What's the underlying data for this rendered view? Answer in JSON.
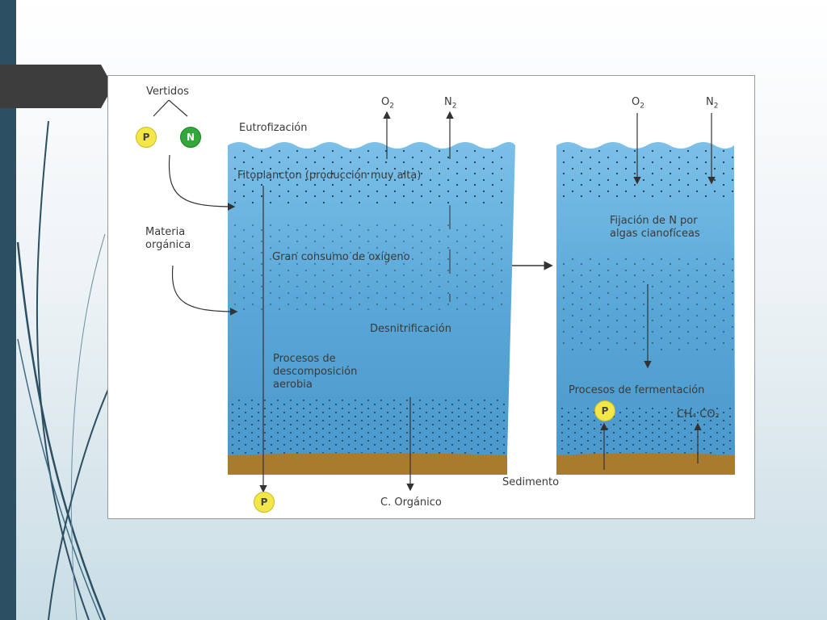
{
  "slide": {
    "colors": {
      "left_bar": "#2c4f63",
      "accent_tab": "#3d3d3d",
      "water": "#5aa8d8",
      "sediment": "#a97b2c"
    }
  },
  "figure": {
    "left": {
      "vertidos": "Vertidos",
      "p_symbol": "P",
      "n_symbol": "N",
      "materia_organica": "Materia orgánica",
      "eutrofizacion": "Eutrofización",
      "o2_base": "O",
      "o2_sub": "2",
      "n2_base": "N",
      "n2_sub": "2",
      "fitoplancton": "Fitoplancton (producción muy alta)",
      "gran_consumo": "Gran consumo de oxígeno",
      "desnitrificacion": "Desnitrificación",
      "procesos_descomposicion": "Procesos de descomposición aerobia",
      "p_bottom": "P",
      "c_organico": "C. Orgánico"
    },
    "right": {
      "o2_base": "O",
      "o2_sub": "2",
      "n2_base": "N",
      "n2_sub": "2",
      "fijacion": "Fijación de N por algas cianofíceas",
      "fermentacion": "Procesos de fermentación",
      "p_symbol": "P",
      "ch4_co2": "CH₄ CO₂",
      "sedimento": "Sedimento"
    }
  }
}
